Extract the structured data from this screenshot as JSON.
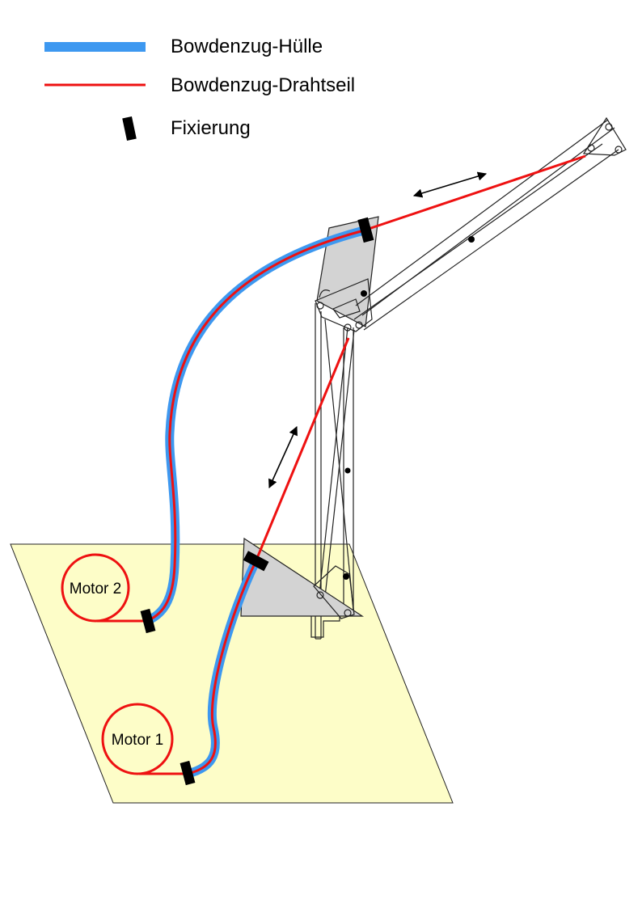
{
  "legend": {
    "sheath_label": "Bowdenzug-Hülle",
    "wire_label": "Bowdenzug-Drahtseil",
    "fixation_label": "Fixierung"
  },
  "motors": {
    "motor2_label": "Motor 2",
    "motor1_label": "Motor 1"
  },
  "colors": {
    "sheath": "#3d98f0",
    "wire": "#ee1111",
    "fixation": "#000000",
    "base_plate": "#fdfdc8",
    "mount_plate": "#d3d3d3"
  }
}
